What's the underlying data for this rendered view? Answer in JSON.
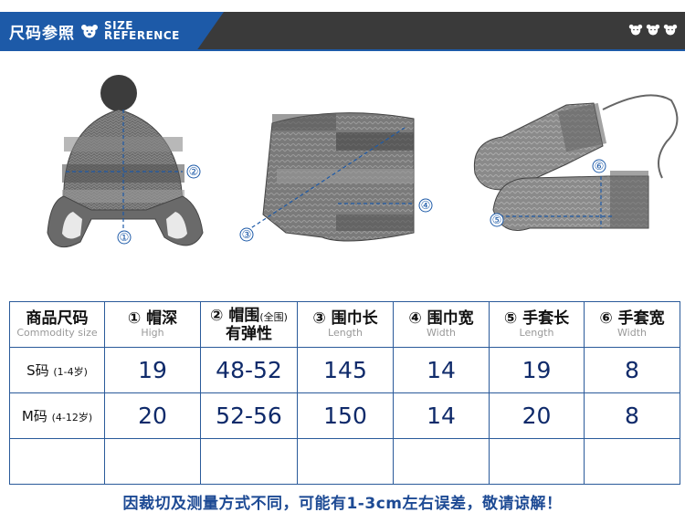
{
  "header": {
    "title": "尺码参照",
    "en_line1": "SIZE",
    "en_line2": "REFERENCE"
  },
  "illustrations": {
    "hat_labels": [
      "①",
      "②"
    ],
    "scarf_labels": [
      "③",
      "④"
    ],
    "glove_labels": [
      "⑤",
      "⑥"
    ]
  },
  "table": {
    "header": {
      "col0": {
        "cn": "商品尺码",
        "en": "Commodity size"
      },
      "col1": {
        "cn": "① 帽深",
        "en": "High"
      },
      "col2": {
        "cn": "② 帽围",
        "note": "(全围)",
        "cn2": "有弹性"
      },
      "col3": {
        "cn": "③ 围巾长",
        "en": "Length"
      },
      "col4": {
        "cn": "④ 围巾宽",
        "en": "Width"
      },
      "col5": {
        "cn": "⑤ 手套长",
        "en": "Length"
      },
      "col6": {
        "cn": "⑥ 手套宽",
        "en": "Width"
      }
    },
    "rows": [
      {
        "size": "S码",
        "age": "(1-4岁)",
        "v1": "19",
        "v2": "48-52",
        "v3": "145",
        "v4": "14",
        "v5": "19",
        "v6": "8"
      },
      {
        "size": "M码",
        "age": "(4-12岁)",
        "v1": "20",
        "v2": "52-56",
        "v3": "150",
        "v4": "14",
        "v5": "20",
        "v6": "8"
      }
    ]
  },
  "footnote": "因裁切及测量方式不同，可能有1-3cm左右误差，敬请谅解！",
  "colors": {
    "accent": "#1d5aa8",
    "header_bg": "#3a3a3a",
    "value_text": "#0f2a6a"
  }
}
